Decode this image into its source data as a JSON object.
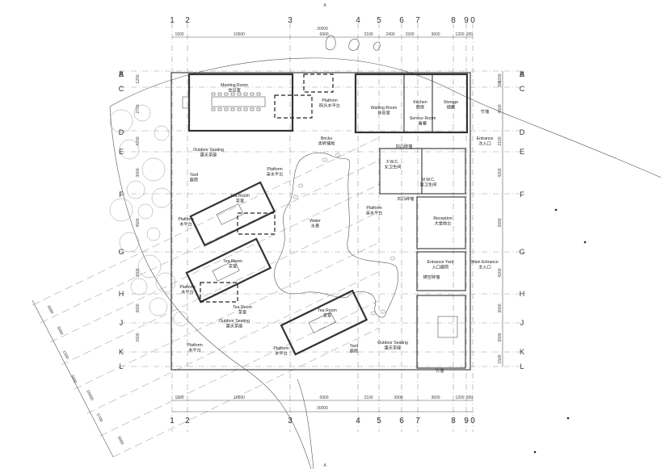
{
  "grid": {
    "cols": [
      "1",
      "2",
      "3",
      "4",
      "5",
      "6",
      "7",
      "8",
      "9",
      "0"
    ],
    "rows": [
      "A",
      "B",
      "C",
      "D",
      "E",
      "F",
      "G",
      "H",
      "J",
      "K",
      "L"
    ],
    "axis_mark": "A"
  },
  "dimensions": {
    "top_total": "30000",
    "top_segments": [
      "1500",
      "10500",
      "6900",
      "2100",
      "2400",
      "1500",
      "3600",
      "1200",
      "300"
    ],
    "bottom_total": "30000",
    "bottom_segments": [
      "1500",
      "10500",
      "6900",
      "2100",
      "3900",
      "3600",
      "1200",
      "300"
    ],
    "right_segments": [
      "1200",
      "300",
      "4500",
      "2100",
      "4200",
      "3000",
      "4200",
      "3000",
      "3000",
      "1500"
    ],
    "left_segments": [
      "1200",
      "2700",
      "4200",
      "3000",
      "4500",
      "3000",
      "3000",
      "1500"
    ],
    "diagonal_segments": [
      "3000",
      "3000",
      "1500",
      "3000",
      "18000",
      "5700",
      "3000"
    ]
  },
  "rooms": [
    {
      "id": "meeting-room",
      "en": "Meeting Room",
      "cn": "会议室"
    },
    {
      "id": "platform-pier",
      "en": "Platform",
      "cn": "码头木平台"
    },
    {
      "id": "waiting-room",
      "en": "Waiting Room",
      "cn": "休息室"
    },
    {
      "id": "kitchen",
      "en": "Kitchen",
      "cn": "厨房"
    },
    {
      "id": "storage",
      "en": "Storage",
      "cn": "储藏"
    },
    {
      "id": "service-room",
      "en": "Service Room",
      "cn": "备餐"
    },
    {
      "id": "bamboo-ne",
      "en": "",
      "cn": "竹墙"
    },
    {
      "id": "entrance",
      "en": "Entrance",
      "cn": "次入口"
    },
    {
      "id": "bricks",
      "en": "Bricks",
      "cn": "青砖铺地"
    },
    {
      "id": "outdoor-seating-1",
      "en": "Outdoor Seating",
      "cn": "露天茶座"
    },
    {
      "id": "concave-wall-1",
      "en": "",
      "cn": "凹凸砖墙"
    },
    {
      "id": "fwc",
      "en": "F.W.C.",
      "cn": "女卫生间"
    },
    {
      "id": "mwc",
      "en": "M.W.C.",
      "cn": "男卫生间"
    },
    {
      "id": "yard-1",
      "en": "Yard",
      "cn": "庭院"
    },
    {
      "id": "platform-water-1",
      "en": "Platform",
      "cn": "亲水平台"
    },
    {
      "id": "tea-room-1",
      "en": "Tea Room",
      "cn": "茶室"
    },
    {
      "id": "concave-wall-2",
      "en": "",
      "cn": "凹凸砖墙"
    },
    {
      "id": "platform-wood-1",
      "en": "Platform",
      "cn": "木平台"
    },
    {
      "id": "water",
      "en": "Water",
      "cn": "水景"
    },
    {
      "id": "platform-water-2",
      "en": "Platform",
      "cn": "亲水平台"
    },
    {
      "id": "reception",
      "en": "Reception",
      "cn": "大堂前台"
    },
    {
      "id": "tea-room-2",
      "en": "Tea Room",
      "cn": "茶室"
    },
    {
      "id": "entrance-yard",
      "en": "Entrance Yard",
      "cn": "入口庭院"
    },
    {
      "id": "main-entrance",
      "en": "Main Entrance",
      "cn": "主入口"
    },
    {
      "id": "platform-wood-2",
      "en": "Platform",
      "cn": "木平台"
    },
    {
      "id": "hollow-wall",
      "en": "",
      "cn": "镂空砖墙"
    },
    {
      "id": "tea-room-3",
      "en": "Tea Room",
      "cn": "茶室"
    },
    {
      "id": "tea-room-4",
      "en": "Tea Room",
      "cn": "茶室"
    },
    {
      "id": "outdoor-seating-2",
      "en": "Outdoor Seating",
      "cn": "露天茶座"
    },
    {
      "id": "platform-wood-3",
      "en": "Platform",
      "cn": "木平台"
    },
    {
      "id": "platform-wood-4",
      "en": "Platform",
      "cn": "木平台"
    },
    {
      "id": "yard-2",
      "en": "Yard",
      "cn": "庭院"
    },
    {
      "id": "outdoor-seating-3",
      "en": "Outdoor Seating",
      "cn": "露天茶座"
    },
    {
      "id": "bamboo-s",
      "en": "",
      "cn": "竹墙"
    }
  ]
}
